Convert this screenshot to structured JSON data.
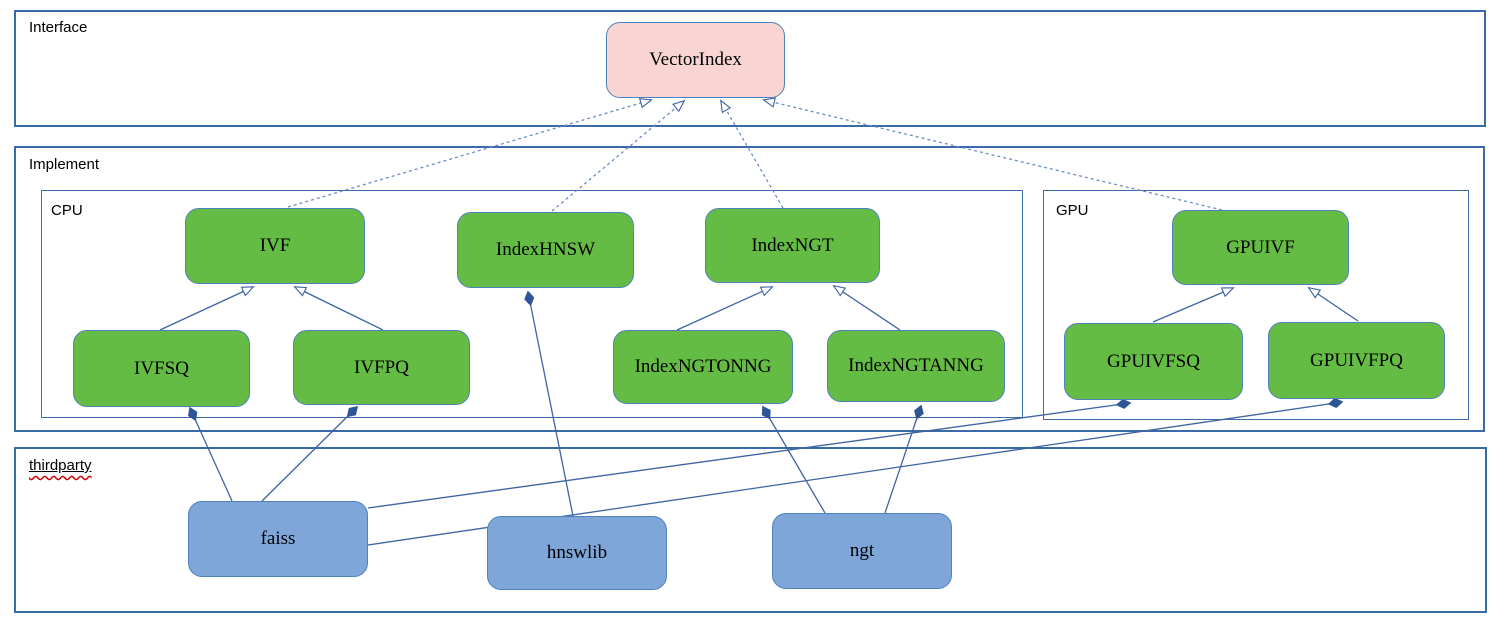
{
  "diagram": {
    "containers": [
      {
        "id": "interface",
        "label": "Interface"
      },
      {
        "id": "implement",
        "label": "Implement"
      },
      {
        "id": "cpu",
        "label": "CPU"
      },
      {
        "id": "gpu",
        "label": "GPU"
      },
      {
        "id": "thirdparty",
        "label": "thirdparty"
      }
    ],
    "nodes": [
      {
        "id": "vectorindex",
        "label": "VectorIndex",
        "kind": "interface",
        "container": "interface"
      },
      {
        "id": "ivf",
        "label": "IVF",
        "kind": "implementation",
        "container": "cpu"
      },
      {
        "id": "indexhnsw",
        "label": "IndexHNSW",
        "kind": "implementation",
        "container": "cpu"
      },
      {
        "id": "indexngt",
        "label": "IndexNGT",
        "kind": "implementation",
        "container": "cpu"
      },
      {
        "id": "gpuivf",
        "label": "GPUIVF",
        "kind": "implementation",
        "container": "gpu"
      },
      {
        "id": "ivfsq",
        "label": "IVFSQ",
        "kind": "implementation",
        "container": "cpu"
      },
      {
        "id": "ivfpq",
        "label": "IVFPQ",
        "kind": "implementation",
        "container": "cpu"
      },
      {
        "id": "indexngtonng",
        "label": "IndexNGTONNG",
        "kind": "implementation",
        "container": "cpu"
      },
      {
        "id": "indexngtanng",
        "label": "IndexNGTANNG",
        "kind": "implementation",
        "container": "cpu"
      },
      {
        "id": "gpuivfsq",
        "label": "GPUIVFSQ",
        "kind": "implementation",
        "container": "gpu"
      },
      {
        "id": "gpuivfpq",
        "label": "GPUIVFPQ",
        "kind": "implementation",
        "container": "gpu"
      },
      {
        "id": "faiss",
        "label": "faiss",
        "kind": "thirdparty",
        "container": "thirdparty"
      },
      {
        "id": "hnswlib",
        "label": "hnswlib",
        "kind": "thirdparty",
        "container": "thirdparty"
      },
      {
        "id": "ngt",
        "label": "ngt",
        "kind": "thirdparty",
        "container": "thirdparty"
      }
    ],
    "edges": [
      {
        "from": "ivf",
        "to": "vectorindex",
        "type": "realization-dashed-hollow-arrow"
      },
      {
        "from": "indexhnsw",
        "to": "vectorindex",
        "type": "realization-dashed-hollow-arrow"
      },
      {
        "from": "indexngt",
        "to": "vectorindex",
        "type": "realization-dashed-hollow-arrow"
      },
      {
        "from": "gpuivf",
        "to": "vectorindex",
        "type": "realization-dashed-hollow-arrow"
      },
      {
        "from": "ivfsq",
        "to": "ivf",
        "type": "inheritance-hollow-arrow"
      },
      {
        "from": "ivfpq",
        "to": "ivf",
        "type": "inheritance-hollow-arrow"
      },
      {
        "from": "indexngtonng",
        "to": "indexngt",
        "type": "inheritance-hollow-arrow"
      },
      {
        "from": "indexngtanng",
        "to": "indexngt",
        "type": "inheritance-hollow-arrow"
      },
      {
        "from": "gpuivfsq",
        "to": "gpuivf",
        "type": "inheritance-hollow-arrow"
      },
      {
        "from": "gpuivfpq",
        "to": "gpuivf",
        "type": "inheritance-hollow-arrow"
      },
      {
        "from": "faiss",
        "to": "ivfsq",
        "type": "composition-filled-diamond"
      },
      {
        "from": "faiss",
        "to": "ivfpq",
        "type": "composition-filled-diamond"
      },
      {
        "from": "faiss",
        "to": "gpuivfsq",
        "type": "composition-filled-diamond"
      },
      {
        "from": "faiss",
        "to": "gpuivfpq",
        "type": "composition-filled-diamond"
      },
      {
        "from": "hnswlib",
        "to": "indexhnsw",
        "type": "composition-filled-diamond"
      },
      {
        "from": "ngt",
        "to": "indexngtonng",
        "type": "composition-filled-diamond"
      },
      {
        "from": "ngt",
        "to": "indexngtanng",
        "type": "composition-filled-diamond"
      }
    ],
    "colors": {
      "interface_fill": "#f8d5d2",
      "implementation_fill": "#65bc44",
      "thirdparty_fill": "#7ea6d8",
      "node_border": "#4f81bd",
      "container_border": "#3a6ba8",
      "connector": "#3f63a3",
      "connector_dashed": "#6c8cc9",
      "diamond_fill": "#2f5597",
      "spellcheck_underline": "#cc0000",
      "text": "#000000"
    }
  }
}
